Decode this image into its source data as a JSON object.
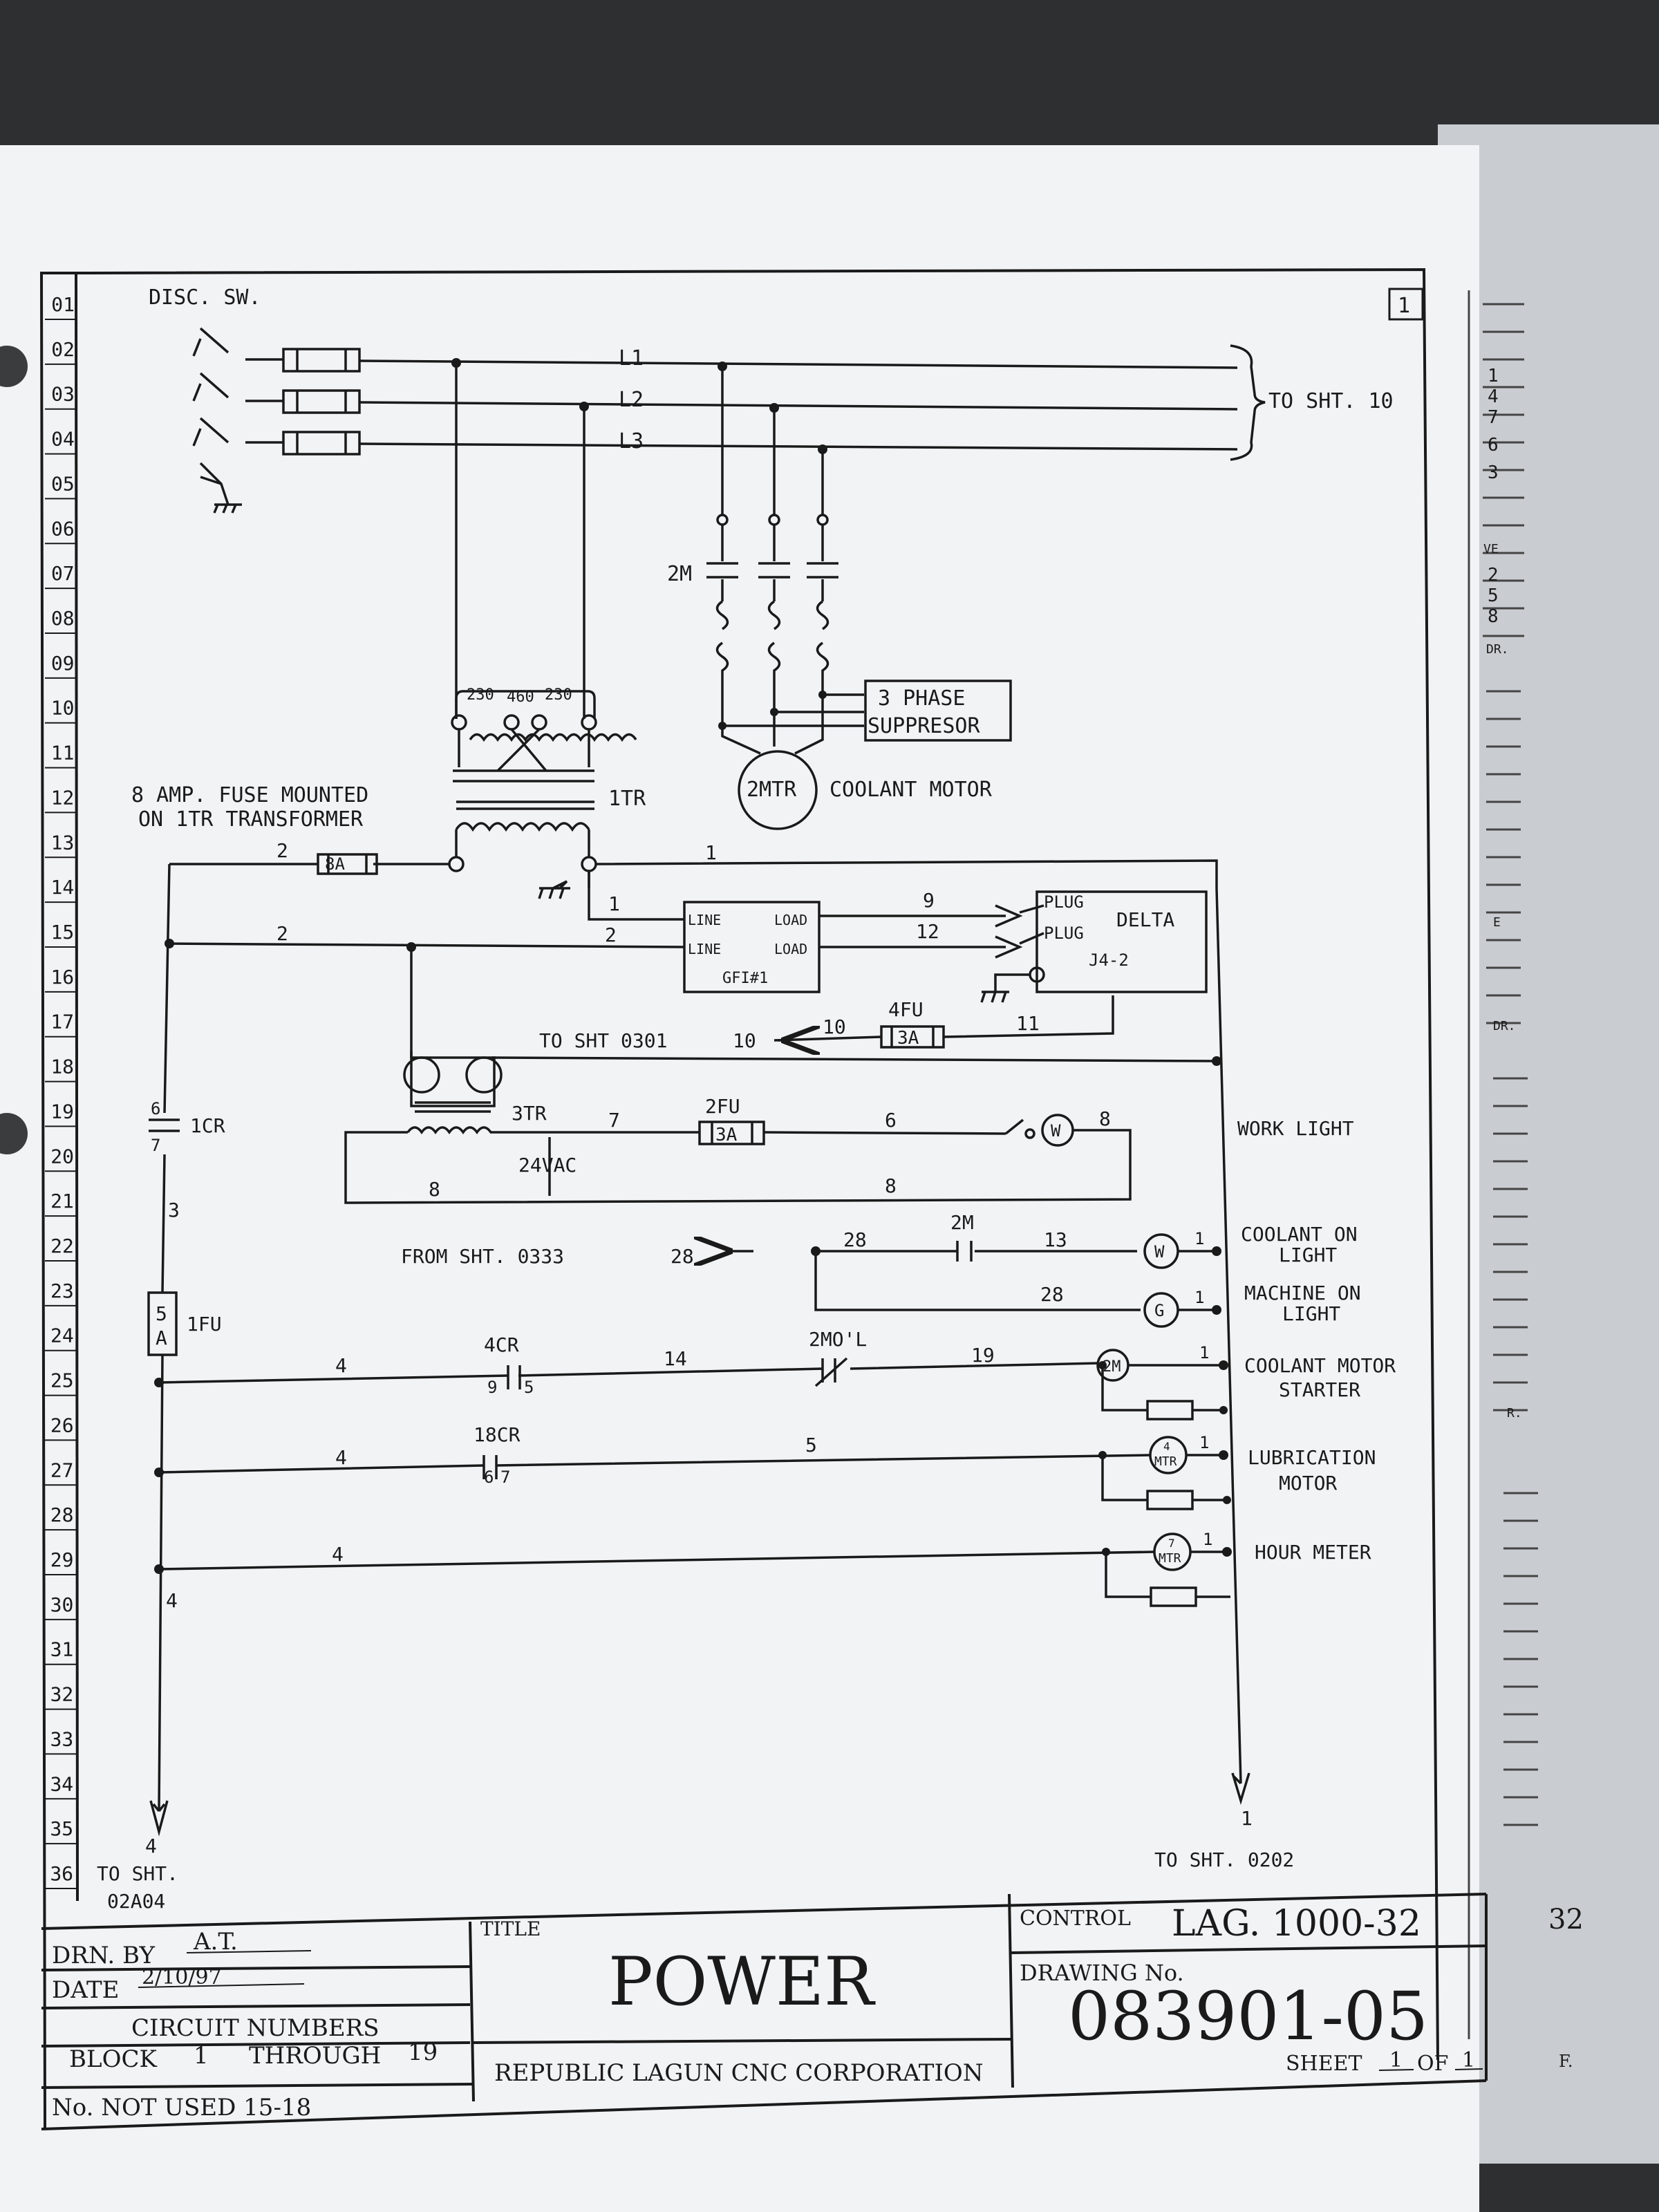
{
  "sheet_marker": "1",
  "row_numbers": [
    "01",
    "02",
    "03",
    "04",
    "05",
    "06",
    "07",
    "08",
    "09",
    "10",
    "11",
    "12",
    "13",
    "14",
    "15",
    "16",
    "17",
    "18",
    "19",
    "20",
    "21",
    "22",
    "23",
    "24",
    "25",
    "26",
    "27",
    "28",
    "29",
    "30",
    "31",
    "32",
    "33",
    "34",
    "35",
    "36"
  ],
  "top_section": {
    "disc_sw": "DISC. SW.",
    "line_l1": "L1",
    "line_l2": "L2",
    "line_l3": "L3",
    "to_sht_10": "TO SHT. 10",
    "contactor_2m": "2M",
    "suppressor_line1": "3 PHASE",
    "suppressor_line2": "SUPPRESOR",
    "motor_2mtr": "2MTR",
    "coolant_motor": "COOLANT MOTOR",
    "tap_230_left": "230",
    "tap_460": "460",
    "tap_230_right": "230",
    "transformer_1tr": "1TR",
    "fuse_note_line1": "8 AMP. FUSE MOUNTED",
    "fuse_note_line2": "ON 1TR TRANSFORMER"
  },
  "control_section": {
    "wire_2_a": "2",
    "fuse_8a": "8A",
    "wire_1_a": "1",
    "wire_1_b": "1",
    "wire_2_b": "2",
    "wire_2_c": "2",
    "gfi_line_a": "LINE",
    "gfi_line_b": "LINE",
    "gfi_load_a": "LOAD",
    "gfi_load_b": "LOAD",
    "gfi_label": "GFI#1",
    "wire_9": "9",
    "wire_12": "12",
    "plug_a": "PLUG",
    "plug_b": "PLUG",
    "delta": "DELTA",
    "j4_2": "J4-2",
    "to_sht_0301": "TO SHT 0301",
    "wire_10_a": "10",
    "wire_10_b": "10",
    "fuse_4fu": "4FU",
    "fuse_3a_a": "3A",
    "wire_11": "11",
    "cr1": "1CR",
    "cr1_pin6": "6",
    "cr1_pin7": "7",
    "transformer_3tr": "3TR",
    "vac_24": "24VAC",
    "wire_7": "7",
    "fuse_2fu": "2FU",
    "fuse_3a_b": "3A",
    "wire_6": "6",
    "wire_8_a": "8",
    "wire_8_b": "8",
    "wire_8_c": "8",
    "work_light": "WORK LIGHT",
    "lamp_w": "W",
    "wire_3": "3",
    "from_sht_0333": "FROM SHT. 0333",
    "wire_28_a": "28",
    "wire_28_b": "28",
    "wire_28_c": "28",
    "contact_2m": "2M",
    "wire_13": "13",
    "coolant_on_line1": "COOLANT ON",
    "coolant_on_line2": "LIGHT",
    "lamp_w2": "W",
    "lamp_g": "G",
    "machine_on_line1": "MACHINE ON",
    "machine_on_line2": "LIGHT",
    "fuse_1fu": "1FU",
    "fuse_5a_top": "5",
    "fuse_5a_bottom": "A",
    "wire_4_a": "4",
    "cr4": "4CR",
    "cr4_pin9": "9",
    "cr4_pin5": "5",
    "wire_14": "14",
    "ol_2m": "2MO'L",
    "wire_19": "19",
    "coil_2m": "2M",
    "coolant_starter_line1": "COOLANT MOTOR",
    "coolant_starter_line2": "STARTER",
    "wire_4_b": "4",
    "cr18": "18CR",
    "cr18_pin6": "6",
    "cr18_pin7": "7",
    "wire_5": "5",
    "mtr4_top": "4",
    "mtr_label_a": "MTR",
    "lube_line1": "LUBRICATION",
    "lube_line2": "MOTOR",
    "wire_4_c": "4",
    "mtr7_top": "7",
    "mtr_label_b": "MTR",
    "hour_meter": "HOUR METER",
    "wire_4_d": "4",
    "wire_4_e": "4",
    "to_sht_02a04_line1": "TO SHT.",
    "to_sht_02a04_line2": "02A04",
    "wire_1_end": "1",
    "to_sht_0202": "TO SHT. 0202",
    "node_1_labels": [
      "1",
      "1",
      "1",
      "1",
      "1"
    ]
  },
  "title_block": {
    "drn_by_label": "DRN. BY",
    "drn_by_value": "A.T.",
    "date_label": "DATE",
    "date_value": "2/10/97",
    "circuit_numbers": "CIRCUIT NUMBERS",
    "block_label": "BLOCK",
    "block_from": "1",
    "through": "THROUGH",
    "block_to": "19",
    "not_used": "No. NOT USED 15-18",
    "title_label": "TITLE",
    "title": "POWER",
    "company": "REPUBLIC LAGUN CNC CORPORATION",
    "control_label": "CONTROL",
    "control_value": "LAG. 1000-32",
    "drawing_no_label": "DRAWING No.",
    "drawing_no": "083901-05",
    "sheet_label": "SHEET",
    "sheet_num": "1",
    "of_label": "OF",
    "sheet_total": "1"
  },
  "side_pages": {
    "tab_digits": [
      "1",
      "4",
      "7",
      "6",
      "3"
    ],
    "tab_ve": "VE",
    "tab_digits_2": [
      "2",
      "5",
      "8"
    ],
    "tab_dr": "DR.",
    "tab_e": "E",
    "tab_dr2": "DR.",
    "tab_r": "R.",
    "tab_32": "32",
    "tab_f": "F."
  }
}
